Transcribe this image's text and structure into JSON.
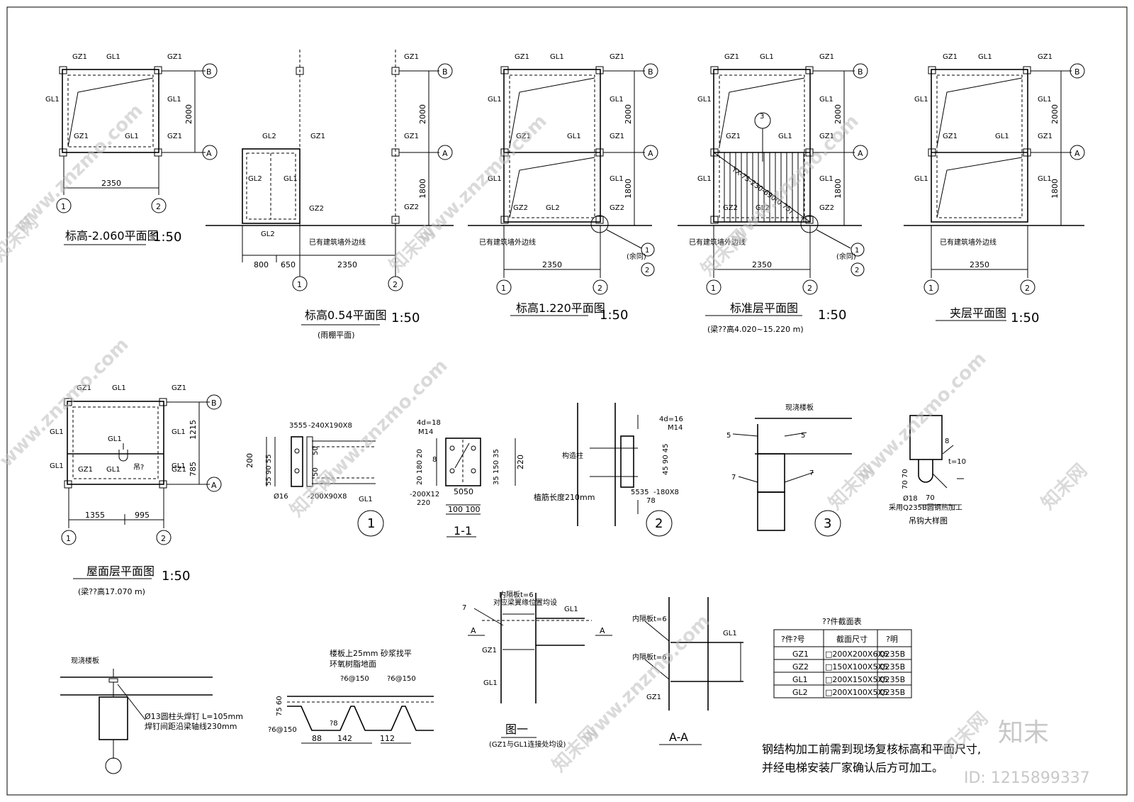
{
  "plans": {
    "p1": {
      "title": "标高-2.060平面图",
      "scale": "1:50"
    },
    "p2": {
      "title": "标高0.54平面图",
      "scale": "1:50",
      "note": "(雨棚平面)"
    },
    "p3": {
      "title": "标高1.220平面图",
      "scale": "1:50"
    },
    "p4": {
      "title": "标准层平面图",
      "scale": "1:50",
      "note": "(梁??高4.020~15.220 m)"
    },
    "p5": {
      "title": "夹层平面图",
      "scale": "1:50"
    },
    "p6": {
      "title": "屋面层平面图",
      "scale": "1:50",
      "note": "(梁??高17.070 m)"
    }
  },
  "labels": {
    "gz1": "GZ1",
    "gz2": "GZ2",
    "gl1": "GL1",
    "gl2": "GL2",
    "axis_a": "A",
    "axis_b": "B",
    "axis_1": "1",
    "axis_2": "2",
    "dim_2350": "2350",
    "dim_2000": "2000",
    "dim_1800": "1800",
    "dim_100": "100",
    "dim_800": "800",
    "dim_650": "650",
    "dim_1215": "1215",
    "dim_785": "785",
    "dim_1355": "1355",
    "dim_995": "995",
    "wall_line": "已有建筑墙外边线",
    "same": "(余同)",
    "hook": "吊?",
    "stair": "YX-75-230-690(0.75)",
    "one": "1",
    "two": "2",
    "three": "3"
  },
  "details": {
    "d1": {
      "a": "3555",
      "b": "-240X190X8",
      "c": "200",
      "d": "55 90 55",
      "e": "50",
      "f": "Ø16",
      "g": "-200X90X8",
      "h": "GL1",
      "tag": "1"
    },
    "d11": {
      "a": "4d=18",
      "b": "M14",
      "c": "20 180 20",
      "d": "35 150 35",
      "e": "220",
      "f": "-200X12",
      "g": "220",
      "h": "5050",
      "i": "100 100",
      "j": "8",
      "tag": "1-1"
    },
    "d2": {
      "a": "4d=16",
      "b": "M14",
      "c": "45 90 45",
      "d": "构造柱",
      "e": "植筋长度210mm",
      "f": "5535",
      "g": "-180X8",
      "h": "78",
      "tag": "2"
    },
    "d3": {
      "a": "现浇楼板",
      "b": "5",
      "c": "7",
      "tag": "3"
    },
    "hook": {
      "a": "8",
      "b": "t=10",
      "c": "70 70",
      "d": "Ø18",
      "e": "70",
      "f": "采用Q235B圆钢热加工",
      "title": "吊钩大样图"
    },
    "stud": {
      "a": "现浇楼板",
      "b": "Ø13圆柱头焊钉 L=105mm",
      "c": "焊钉间距沿梁轴线230mm"
    },
    "deck": {
      "a": "楼板上25mm 砂浆找平",
      "b": "环氧树脂地面",
      "c": "?6@150",
      "d": "?6@150",
      "e": "75 60",
      "f": "?8",
      "g": "?6@150",
      "h": "88",
      "i": "142",
      "j": "112"
    },
    "fig1": {
      "a": "内隔板t=6",
      "b": "对应梁翼缘位置均设",
      "c": "GL1",
      "d": "GZ1",
      "e": "A",
      "f": "7",
      "title": "图一",
      "sub": "(GZ1与GL1连接处均设)"
    },
    "aa": {
      "a": "内隔板t=6",
      "b": "GL1",
      "c": "GZ1",
      "title": "A-A"
    }
  },
  "table": {
    "title": "??件截面表",
    "headers": [
      "?件?号",
      "截面尺寸",
      "?明"
    ],
    "rows": [
      [
        "GZ1",
        "□200X200X6X6",
        "Q235B"
      ],
      [
        "GZ2",
        "□150X100X5X5",
        "Q235B"
      ],
      [
        "GL1",
        "□200X150X5X5",
        "Q235B"
      ],
      [
        "GL2",
        "□200X100X5X5",
        "Q235B"
      ]
    ]
  },
  "notes": {
    "line1": "钢结构加工前需到现场复核标高和平面尺寸,",
    "line2": "并经电梯安装厂家确认后方可加工。"
  },
  "watermark": {
    "site": "www.znzmo.com",
    "brand": "知末网",
    "logo": "知末",
    "id": "ID: 1215899337"
  }
}
